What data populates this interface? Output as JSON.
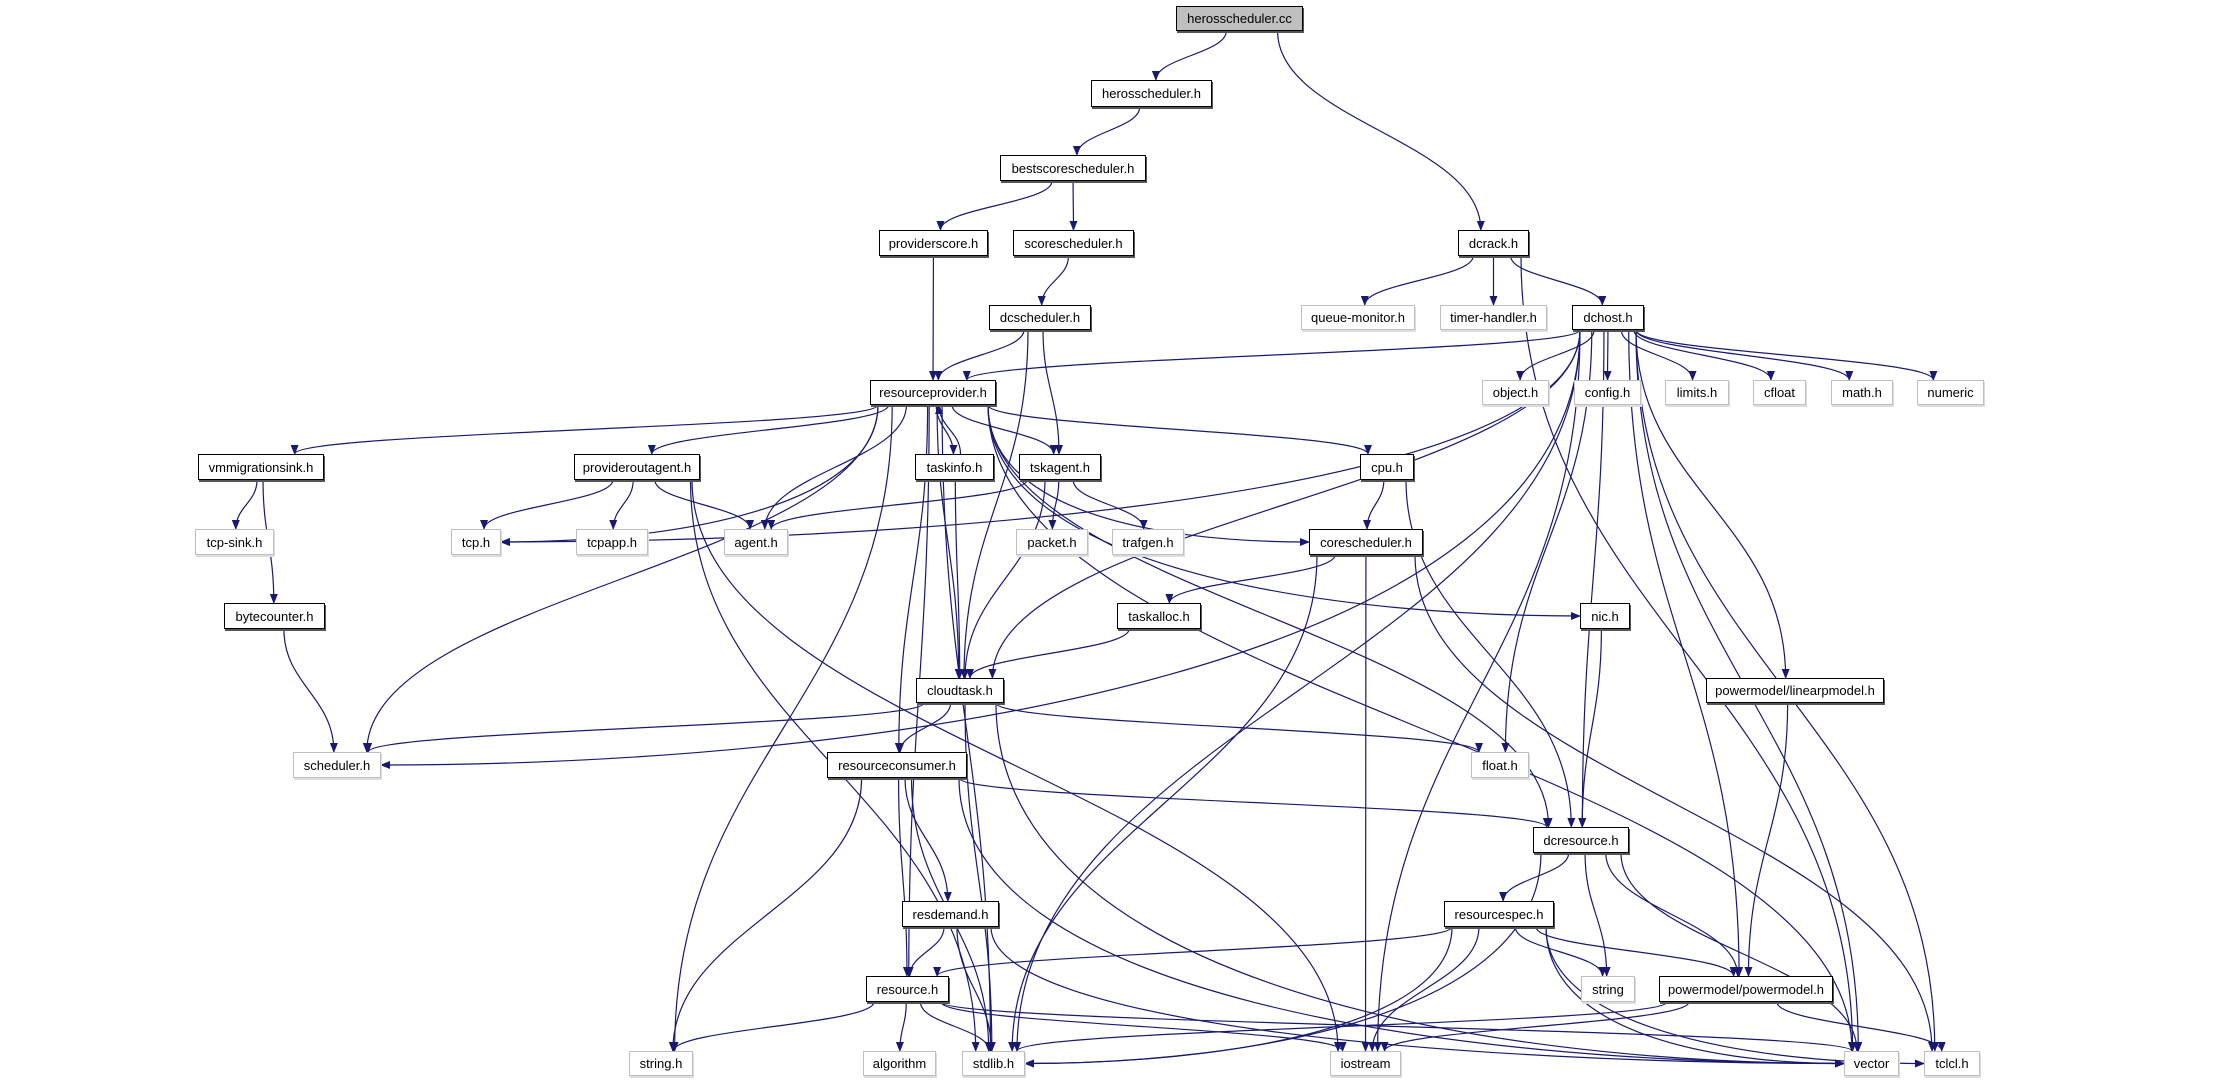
{
  "colors": {
    "edge": "#191970",
    "root_fill": "#bfbfbf",
    "external_border": "#bfbfbf",
    "node_border": "#000000"
  },
  "nodes": [
    {
      "id": "herosscheduler_cc",
      "label": "herosscheduler.cc",
      "kind": "root"
    },
    {
      "id": "herosscheduler_h",
      "label": "herosscheduler.h",
      "kind": "doc"
    },
    {
      "id": "bestscorescheduler_h",
      "label": "bestscorescheduler.h",
      "kind": "doc"
    },
    {
      "id": "providerscore_h",
      "label": "providerscore.h",
      "kind": "doc"
    },
    {
      "id": "scorescheduler_h",
      "label": "scorescheduler.h",
      "kind": "doc"
    },
    {
      "id": "dcscheduler_h",
      "label": "dcscheduler.h",
      "kind": "doc"
    },
    {
      "id": "dcrack_h",
      "label": "dcrack.h",
      "kind": "doc"
    },
    {
      "id": "queue_monitor_h",
      "label": "queue-monitor.h",
      "kind": "ext"
    },
    {
      "id": "timer_handler_h",
      "label": "timer-handler.h",
      "kind": "ext"
    },
    {
      "id": "dchost_h",
      "label": "dchost.h",
      "kind": "doc"
    },
    {
      "id": "resourceprovider_h",
      "label": "resourceprovider.h",
      "kind": "doc"
    },
    {
      "id": "object_h",
      "label": "object.h",
      "kind": "ext"
    },
    {
      "id": "config_h",
      "label": "config.h",
      "kind": "ext"
    },
    {
      "id": "limits_h",
      "label": "limits.h",
      "kind": "ext"
    },
    {
      "id": "cfloat",
      "label": "cfloat",
      "kind": "ext"
    },
    {
      "id": "math_h",
      "label": "math.h",
      "kind": "ext"
    },
    {
      "id": "numeric",
      "label": "numeric",
      "kind": "ext"
    },
    {
      "id": "vmmigrationsink_h",
      "label": "vmmigrationsink.h",
      "kind": "doc"
    },
    {
      "id": "provideroutagent_h",
      "label": "provideroutagent.h",
      "kind": "doc"
    },
    {
      "id": "taskinfo_h",
      "label": "taskinfo.h",
      "kind": "doc"
    },
    {
      "id": "tskagent_h",
      "label": "tskagent.h",
      "kind": "doc"
    },
    {
      "id": "cpu_h",
      "label": "cpu.h",
      "kind": "doc"
    },
    {
      "id": "tcp_sink_h",
      "label": "tcp-sink.h",
      "kind": "ext"
    },
    {
      "id": "tcp_h",
      "label": "tcp.h",
      "kind": "ext"
    },
    {
      "id": "tcpapp_h",
      "label": "tcpapp.h",
      "kind": "ext"
    },
    {
      "id": "agent_h",
      "label": "agent.h",
      "kind": "ext"
    },
    {
      "id": "packet_h",
      "label": "packet.h",
      "kind": "ext"
    },
    {
      "id": "trafgen_h",
      "label": "trafgen.h",
      "kind": "ext"
    },
    {
      "id": "corescheduler_h",
      "label": "corescheduler.h",
      "kind": "doc"
    },
    {
      "id": "bytecounter_h",
      "label": "bytecounter.h",
      "kind": "doc"
    },
    {
      "id": "taskalloc_h",
      "label": "taskalloc.h",
      "kind": "doc"
    },
    {
      "id": "nic_h",
      "label": "nic.h",
      "kind": "doc"
    },
    {
      "id": "cloudtask_h",
      "label": "cloudtask.h",
      "kind": "doc"
    },
    {
      "id": "linearpmodel_h",
      "label": "powermodel/linearpmodel.h",
      "kind": "doc"
    },
    {
      "id": "scheduler_h",
      "label": "scheduler.h",
      "kind": "ext"
    },
    {
      "id": "resourceconsumer_h",
      "label": "resourceconsumer.h",
      "kind": "doc"
    },
    {
      "id": "float_h",
      "label": "float.h",
      "kind": "ext"
    },
    {
      "id": "dcresource_h",
      "label": "dcresource.h",
      "kind": "doc"
    },
    {
      "id": "resdemand_h",
      "label": "resdemand.h",
      "kind": "doc"
    },
    {
      "id": "resourcespec_h",
      "label": "resourcespec.h",
      "kind": "doc"
    },
    {
      "id": "resource_h",
      "label": "resource.h",
      "kind": "doc"
    },
    {
      "id": "string",
      "label": "string",
      "kind": "ext"
    },
    {
      "id": "powermodel_h",
      "label": "powermodel/powermodel.h",
      "kind": "doc"
    },
    {
      "id": "string_h",
      "label": "string.h",
      "kind": "ext"
    },
    {
      "id": "algorithm",
      "label": "algorithm",
      "kind": "ext"
    },
    {
      "id": "stdlib_h",
      "label": "stdlib.h",
      "kind": "ext"
    },
    {
      "id": "iostream",
      "label": "iostream",
      "kind": "ext"
    },
    {
      "id": "vector",
      "label": "vector",
      "kind": "ext"
    },
    {
      "id": "tclcl_h",
      "label": "tclcl.h",
      "kind": "ext"
    }
  ],
  "edges": [
    [
      "herosscheduler_cc",
      "herosscheduler_h"
    ],
    [
      "herosscheduler_cc",
      "dcrack_h"
    ],
    [
      "herosscheduler_h",
      "bestscorescheduler_h"
    ],
    [
      "bestscorescheduler_h",
      "providerscore_h"
    ],
    [
      "bestscorescheduler_h",
      "scorescheduler_h"
    ],
    [
      "providerscore_h",
      "resourceprovider_h"
    ],
    [
      "scorescheduler_h",
      "dcscheduler_h"
    ],
    [
      "dcscheduler_h",
      "resourceprovider_h"
    ],
    [
      "dcscheduler_h",
      "tskagent_h"
    ],
    [
      "dcscheduler_h",
      "cloudtask_h"
    ],
    [
      "dcrack_h",
      "queue_monitor_h"
    ],
    [
      "dcrack_h",
      "timer_handler_h"
    ],
    [
      "dcrack_h",
      "dchost_h"
    ],
    [
      "dcrack_h",
      "vector"
    ],
    [
      "dchost_h",
      "resourceprovider_h"
    ],
    [
      "dchost_h",
      "object_h"
    ],
    [
      "dchost_h",
      "config_h"
    ],
    [
      "dchost_h",
      "limits_h"
    ],
    [
      "dchost_h",
      "cfloat"
    ],
    [
      "dchost_h",
      "math_h"
    ],
    [
      "dchost_h",
      "numeric"
    ],
    [
      "dchost_h",
      "cloudtask_h"
    ],
    [
      "dchost_h",
      "stdlib_h"
    ],
    [
      "dchost_h",
      "tcp_h"
    ],
    [
      "dchost_h",
      "scheduler_h"
    ],
    [
      "dchost_h",
      "float_h"
    ],
    [
      "dchost_h",
      "dcresource_h"
    ],
    [
      "dchost_h",
      "linearpmodel_h"
    ],
    [
      "dchost_h",
      "powermodel_h"
    ],
    [
      "dchost_h",
      "vector"
    ],
    [
      "dchost_h",
      "tclcl_h"
    ],
    [
      "dchost_h",
      "iostream"
    ],
    [
      "resourceprovider_h",
      "vmmigrationsink_h"
    ],
    [
      "resourceprovider_h",
      "provideroutagent_h"
    ],
    [
      "resourceprovider_h",
      "taskinfo_h"
    ],
    [
      "resourceprovider_h",
      "tskagent_h"
    ],
    [
      "resourceprovider_h",
      "cpu_h"
    ],
    [
      "resourceprovider_h",
      "corescheduler_h"
    ],
    [
      "resourceprovider_h",
      "agent_h"
    ],
    [
      "resourceprovider_h",
      "tcp_h"
    ],
    [
      "resourceprovider_h",
      "scheduler_h"
    ],
    [
      "resourceprovider_h",
      "cloudtask_h"
    ],
    [
      "resourceprovider_h",
      "resourceconsumer_h"
    ],
    [
      "resourceprovider_h",
      "resource_h"
    ],
    [
      "resourceprovider_h",
      "stdlib_h"
    ],
    [
      "resourceprovider_h",
      "string_h"
    ],
    [
      "resourceprovider_h",
      "dcresource_h"
    ],
    [
      "resourceprovider_h",
      "nic_h"
    ],
    [
      "resourceprovider_h",
      "vector"
    ],
    [
      "taskinfo_h",
      "resourceprovider_h"
    ],
    [
      "taskinfo_h",
      "cloudtask_h"
    ],
    [
      "vmmigrationsink_h",
      "tcp_sink_h"
    ],
    [
      "vmmigrationsink_h",
      "bytecounter_h"
    ],
    [
      "bytecounter_h",
      "scheduler_h"
    ],
    [
      "provideroutagent_h",
      "tcp_h"
    ],
    [
      "provideroutagent_h",
      "tcpapp_h"
    ],
    [
      "provideroutagent_h",
      "agent_h"
    ],
    [
      "provideroutagent_h",
      "stdlib_h"
    ],
    [
      "provideroutagent_h",
      "iostream"
    ],
    [
      "tskagent_h",
      "agent_h"
    ],
    [
      "tskagent_h",
      "packet_h"
    ],
    [
      "tskagent_h",
      "trafgen_h"
    ],
    [
      "tskagent_h",
      "cloudtask_h"
    ],
    [
      "cpu_h",
      "corescheduler_h"
    ],
    [
      "cpu_h",
      "dcresource_h"
    ],
    [
      "corescheduler_h",
      "taskalloc_h"
    ],
    [
      "corescheduler_h",
      "stdlib_h"
    ],
    [
      "corescheduler_h",
      "iostream"
    ],
    [
      "corescheduler_h",
      "tclcl_h"
    ],
    [
      "taskalloc_h",
      "cloudtask_h"
    ],
    [
      "nic_h",
      "dcresource_h"
    ],
    [
      "cloudtask_h",
      "scheduler_h"
    ],
    [
      "cloudtask_h",
      "resourceconsumer_h"
    ],
    [
      "cloudtask_h",
      "float_h"
    ],
    [
      "cloudtask_h",
      "vector"
    ],
    [
      "cloudtask_h",
      "stdlib_h"
    ],
    [
      "resourceconsumer_h",
      "dcresource_h"
    ],
    [
      "resourceconsumer_h",
      "string_h"
    ],
    [
      "resourceconsumer_h",
      "stdlib_h"
    ],
    [
      "resourceconsumer_h",
      "resource_h"
    ],
    [
      "resourceconsumer_h",
      "resdemand_h"
    ],
    [
      "resourceconsumer_h",
      "vector"
    ],
    [
      "resdemand_h",
      "resource_h"
    ],
    [
      "resdemand_h",
      "stdlib_h"
    ],
    [
      "resdemand_h",
      "vector"
    ],
    [
      "resource_h",
      "string_h"
    ],
    [
      "resource_h",
      "algorithm"
    ],
    [
      "resource_h",
      "stdlib_h"
    ],
    [
      "resource_h",
      "iostream"
    ],
    [
      "resource_h",
      "vector"
    ],
    [
      "dcresource_h",
      "resourcespec_h"
    ],
    [
      "dcresource_h",
      "string"
    ],
    [
      "dcresource_h",
      "powermodel_h"
    ],
    [
      "dcresource_h",
      "vector"
    ],
    [
      "dcresource_h",
      "stdlib_h"
    ],
    [
      "resourcespec_h",
      "resource_h"
    ],
    [
      "resourcespec_h",
      "string"
    ],
    [
      "resourcespec_h",
      "powermodel_h"
    ],
    [
      "resourcespec_h",
      "stdlib_h"
    ],
    [
      "resourcespec_h",
      "iostream"
    ],
    [
      "resourcespec_h",
      "vector"
    ],
    [
      "resourcespec_h",
      "tclcl_h"
    ],
    [
      "linearpmodel_h",
      "powermodel_h"
    ],
    [
      "powermodel_h",
      "stdlib_h"
    ],
    [
      "powermodel_h",
      "iostream"
    ],
    [
      "powermodel_h",
      "tclcl_h"
    ]
  ]
}
